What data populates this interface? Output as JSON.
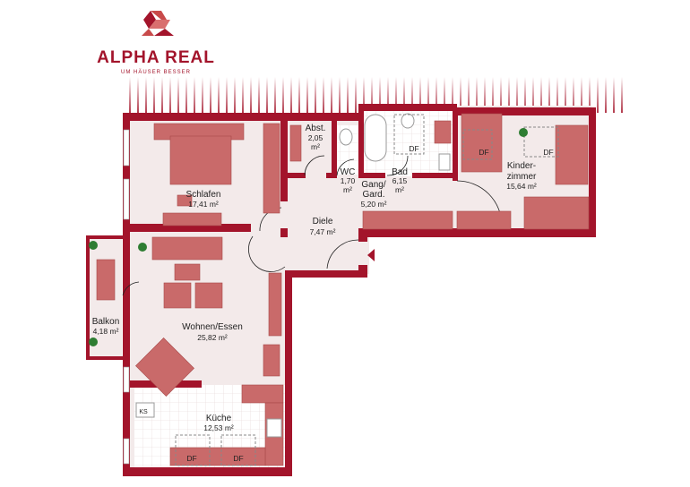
{
  "brand": {
    "name": "ALPHA REAL",
    "tagline": "UM HÄUSER BESSER"
  },
  "colors": {
    "wall": "#a3142b",
    "furniture": "#c96a6a",
    "floor": "#f3eaea",
    "tile": "#ffffff"
  },
  "rooms": {
    "schlafen": {
      "name": "Schlafen",
      "area": "17,41 m²"
    },
    "wohnen": {
      "name": "Wohnen/Essen",
      "area": "25,82 m²"
    },
    "kueche": {
      "name": "Küche",
      "area": "12,53 m²"
    },
    "balkon": {
      "name": "Balkon",
      "area": "4,18 m²"
    },
    "diele": {
      "name": "Diele",
      "area": "7,47 m²"
    },
    "abst": {
      "name": "Abst.",
      "area_num": "2,05",
      "unit": "m²"
    },
    "wc": {
      "name": "WC",
      "area_num": "1,70",
      "unit": "m²"
    },
    "gang": {
      "name1": "Gang/",
      "name2": "Gard.",
      "area": "5,20 m²"
    },
    "bad": {
      "name": "Bad",
      "area_num": "6,15",
      "unit": "m²"
    },
    "kinder": {
      "name1": "Kinder-",
      "name2": "zimmer",
      "area": "15,64 m²"
    }
  },
  "labels": {
    "df": "DF",
    "ks": "KS"
  }
}
